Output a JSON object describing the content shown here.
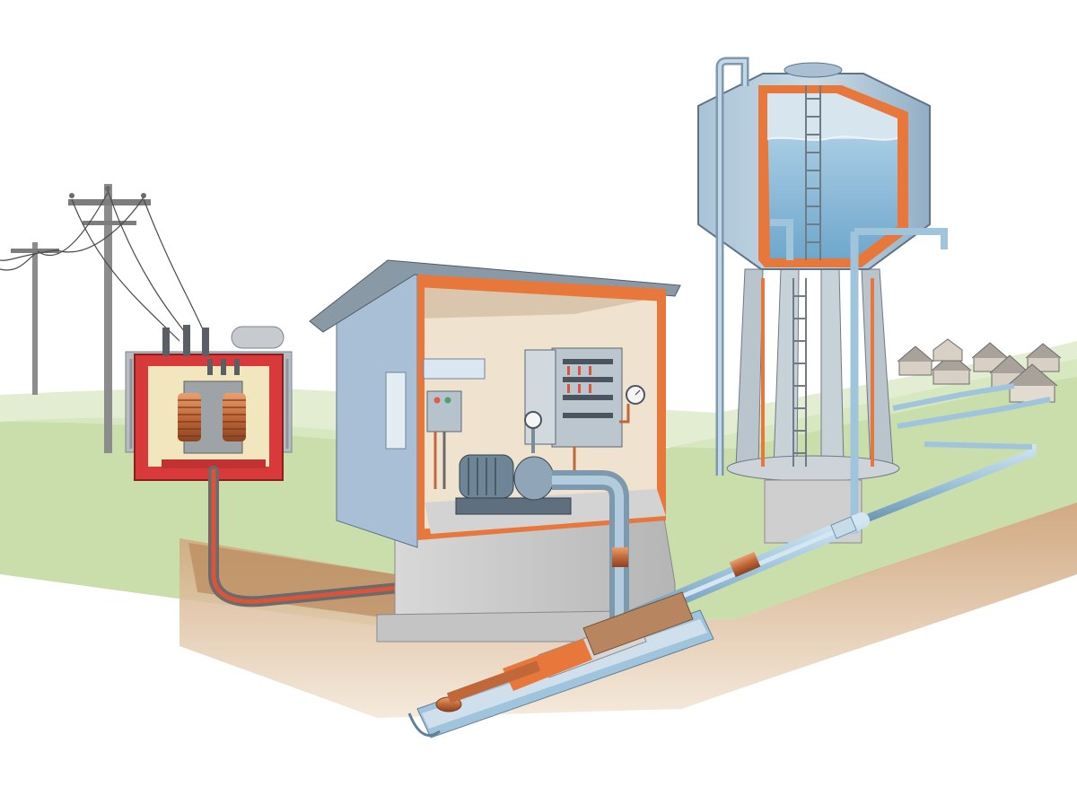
{
  "scene": {
    "description_type": "cutaway-illustration",
    "components": [
      {
        "id": "power-lines",
        "icon": "utility-pole-icon"
      },
      {
        "id": "transformer",
        "icon": "transformer-icon"
      },
      {
        "id": "pump-house",
        "icon": "building-icon"
      },
      {
        "id": "water-tower",
        "icon": "water-tower-icon"
      },
      {
        "id": "village",
        "icon": "house-icon"
      }
    ]
  },
  "colors": {
    "background": "#ffffff",
    "grass": "#a8c97f",
    "soil": "#d9b48a",
    "concrete": "#c9c9c9",
    "cutaway_red": "#e0523a",
    "cutaway_orange": "#e8773c",
    "steel_blue": "#8fb0c8",
    "pipe_blue": "#9fc4dc",
    "water": "#7fb3d3",
    "copper": "#c0683a"
  }
}
